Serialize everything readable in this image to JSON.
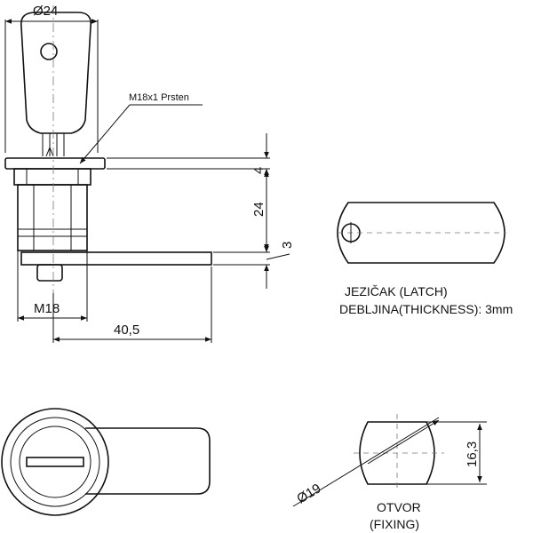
{
  "dimensions": {
    "key_diameter": "Ø24",
    "ring": "M18x1 Prsten",
    "ring_height": "4",
    "body_length": "24",
    "latch_thickness": "3",
    "thread": "M18",
    "latch_length": "40,5",
    "fixing_diameter": "Ø19",
    "fixing_flat": "16,3"
  },
  "latch": {
    "title": "JEZIČAK (LATCH)",
    "thickness_label": "DEBLJINA(THICKNESS): 3mm"
  },
  "fixing": {
    "title": "OTVOR",
    "subtitle": "(FIXING)"
  }
}
